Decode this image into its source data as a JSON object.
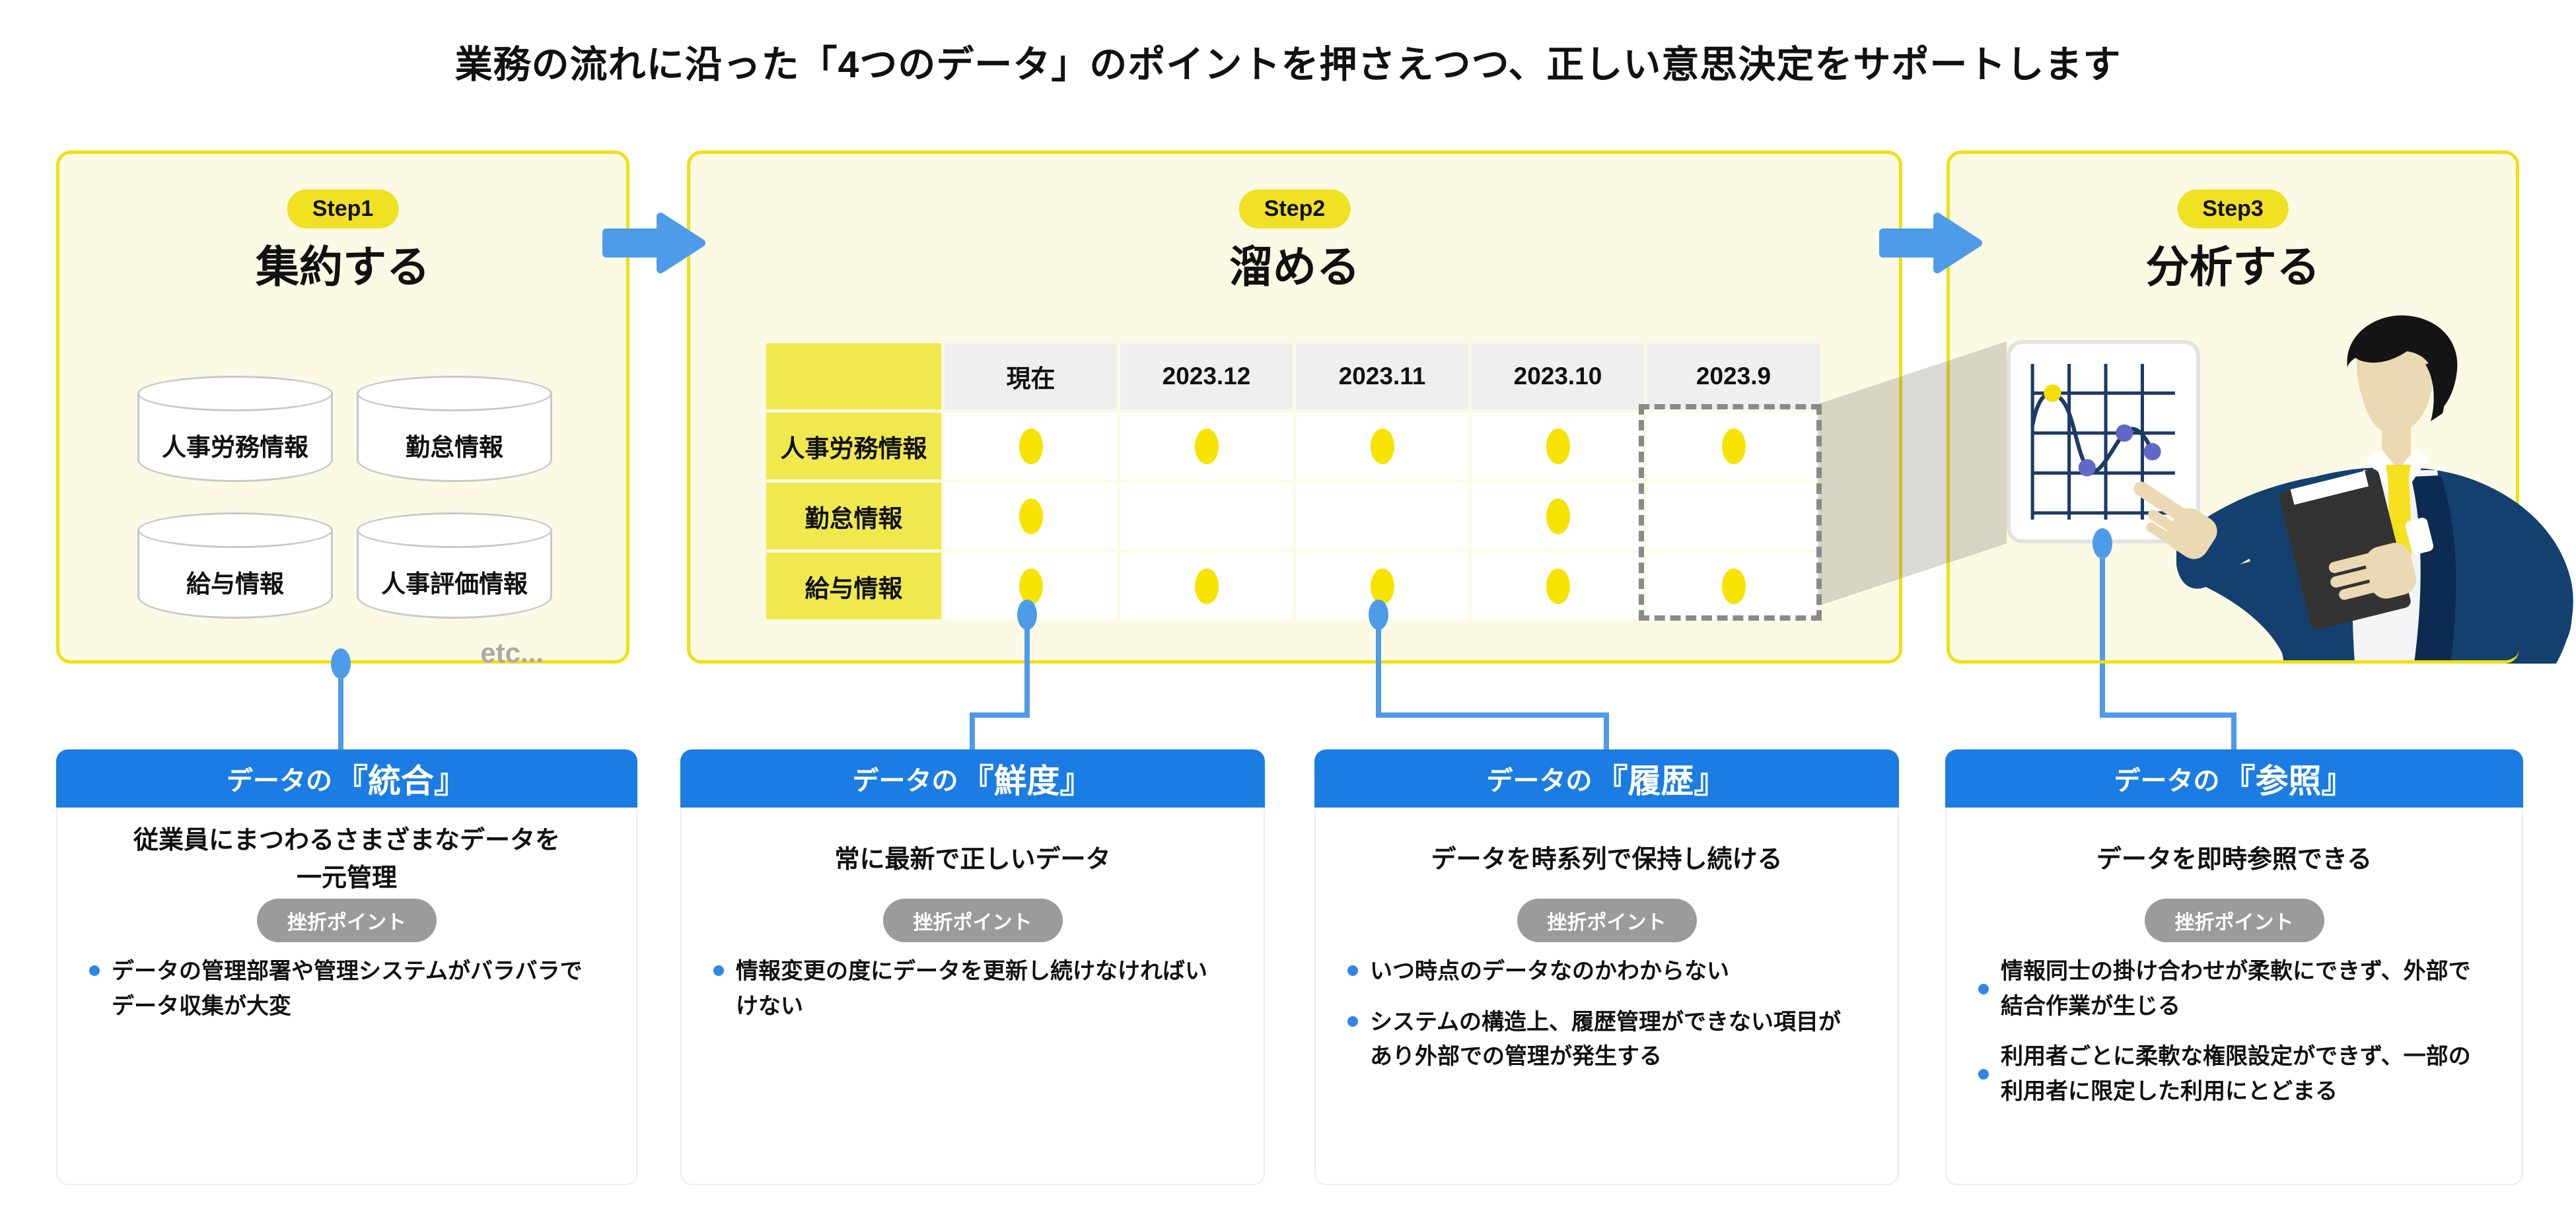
{
  "title": "業務の流れに沿った「4つのデータ」のポイントを押さえつつ、正しい意思決定をサポートします",
  "steps": {
    "step1": {
      "badge": "Step1",
      "title": "集約する",
      "databases": [
        "人事労務情報",
        "勤怠情報",
        "給与情報",
        "人事評価情報"
      ],
      "etc_label": "etc..."
    },
    "step2": {
      "badge": "Step2",
      "title": "溜める"
    },
    "step3": {
      "badge": "Step3",
      "title": "分析する"
    }
  },
  "table": {
    "columns": [
      "現在",
      "2023.12",
      "2023.11",
      "2023.10",
      "2023.9"
    ],
    "rows": [
      {
        "label": "人事労務情報",
        "dots": [
          true,
          true,
          true,
          true,
          true
        ]
      },
      {
        "label": "勤怠情報",
        "dots": [
          true,
          false,
          false,
          true,
          false
        ]
      },
      {
        "label": "給与情報",
        "dots": [
          true,
          true,
          true,
          true,
          true
        ]
      }
    ],
    "highlighted_column": "2023.9"
  },
  "cards": [
    {
      "header_prefix": "データの",
      "header_emphasis": "『統合』",
      "statement": "従業員にまつわるさまざまなデータを一元管理",
      "badge": "挫折ポイント",
      "points": [
        "データの管理部署や管理システムがバラバラでデータ収集が大変"
      ]
    },
    {
      "header_prefix": "データの",
      "header_emphasis": "『鮮度』",
      "statement": "常に最新で正しいデータ",
      "badge": "挫折ポイント",
      "points": [
        "情報変更の度にデータを更新し続けなければいけない"
      ]
    },
    {
      "header_prefix": "データの",
      "header_emphasis": "『履歴』",
      "statement": "データを時系列で保持し続ける",
      "badge": "挫折ポイント",
      "points": [
        "いつ時点のデータなのかわからない",
        "システムの構造上、履歴管理ができない項目があり外部での管理が発生する"
      ]
    },
    {
      "header_prefix": "データの",
      "header_emphasis": "『参照』",
      "statement": "データを即時参照できる",
      "badge": "挫折ポイント",
      "points": [
        "情報同士の掛け合わせが柔軟にできず、外部で結合作業が生じる",
        "利用者ごとに柔軟な権限設定ができず、一部の利用者に限定した利用にとどまる"
      ]
    }
  ],
  "colors": {
    "box_background": "#FCFAE4",
    "box_border": "#F0E011",
    "step_pill": "#F0E122",
    "table_label": "#F0E94E",
    "table_header": "#EFEFEF",
    "data_dot": "#F6E400",
    "card_header_blue": "#1B7CE3",
    "connector_blue": "#4E9BE9",
    "bullet_blue": "#2E86E6",
    "setback_pill_gray": "#9B9B9B",
    "suit_navy": "#14406F",
    "chart_line_navy": "#1C3A66",
    "chart_dot_indigo": "#5F68C4"
  }
}
